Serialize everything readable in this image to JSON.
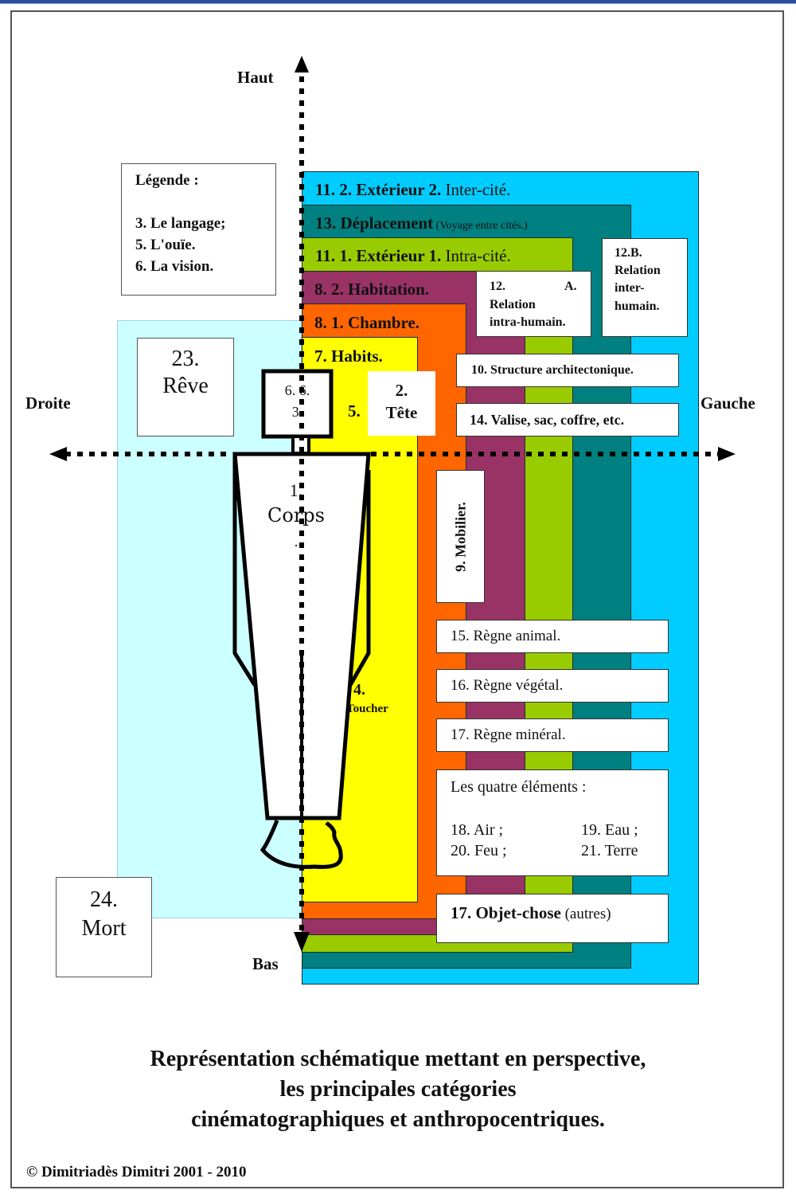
{
  "colors": {
    "exterieur2": "#00CCFF",
    "deplacement": "#008080",
    "exterieur1": "#99CC00",
    "habitation": "#993366",
    "chambre": "#FF6600",
    "habits": "#FFFF00",
    "reve_zone": "#CCFFFF"
  },
  "axes": {
    "up": "Haut",
    "down": "Bas",
    "left": "Droite",
    "right": "Gauche"
  },
  "legend": {
    "title": "Légende :",
    "items": [
      "3. Le langage;",
      "5. L'ouïe.",
      "6. La vision."
    ]
  },
  "bands": {
    "exterieur2": {
      "bold": "11. 2. Extérieur 2.",
      "normal": " Inter-cité."
    },
    "deplacement": {
      "bold": "13. Déplacement",
      "normal": " (Voyage entre cités.)"
    },
    "exterieur1": {
      "bold": "11. 1. Extérieur 1.",
      "normal": " Intra-cité."
    },
    "habitation": {
      "bold": "8. 2. Habitation."
    },
    "chambre": {
      "bold": "8. 1. Chambre."
    },
    "habits": {
      "bold": "7. Habits."
    }
  },
  "boxes": {
    "relation_a": {
      "line1_left": "12.",
      "line1_right": "A.",
      "line2": "Relation",
      "line3": "intra-humain."
    },
    "relation_b": {
      "line1": "12.B.",
      "line2": "Relation",
      "line3": "inter-",
      "line4": "humain."
    },
    "reve": {
      "line1": "23.",
      "line2": "Rêve"
    },
    "mort": {
      "line1": "24.",
      "line2": "Mort"
    },
    "tete": {
      "line1": "2.",
      "line2": "Tête"
    },
    "head_inner": {
      "line1": "6.  6.",
      "line2": "3."
    },
    "ouie": "5.",
    "structure": "10. Structure architectonique.",
    "valise": "14. Valise, sac, coffre, etc.",
    "mobilier": "9. Mobilier.",
    "regne_animal": "15. Règne animal.",
    "regne_vegetal": "16. Règne végétal.",
    "regne_mineral": "17. Règne minéral.",
    "elements": {
      "title": "Les quatre éléments :",
      "items": [
        "18. Air ;",
        "19. Eau ;",
        "20. Feu ;",
        "21. Terre"
      ]
    },
    "objet": {
      "bold": "17. Objet-chose",
      "normal": " (autres)"
    }
  },
  "body": {
    "corps_num": "1.",
    "corps": "Corps",
    "corps_dot": ".",
    "toucher_num": "4.",
    "toucher": "Toucher"
  },
  "caption": {
    "lines": [
      "Représentation schématique mettant en perspective,",
      "les principales catégories",
      "cinématographiques et anthropocentriques."
    ]
  },
  "copyright": "© Dimitriadès Dimitri 2001 - 2010"
}
